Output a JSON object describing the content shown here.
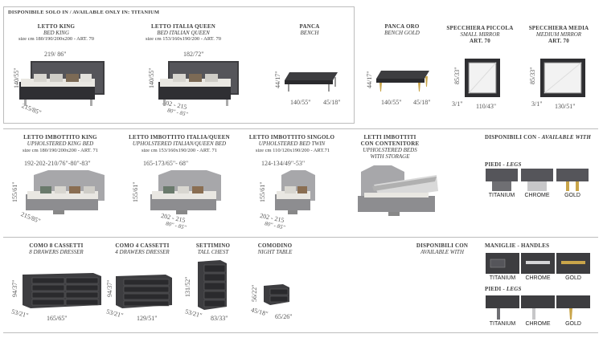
{
  "header": {
    "note": "DISPONIBILE SOLO IN / AVAILABLE ONLY IN: TITANIUM"
  },
  "row1": [
    {
      "title": "LETTO KING",
      "sub": "BED KING",
      "spec": "size cm 180/190/200x200 - ART. 70",
      "w": "219/ 86\"",
      "h": "140/55\"",
      "d": "215/85\""
    },
    {
      "title": "LETTO ITALIA QUEEN",
      "sub": "BED ITALIAN QUEEN",
      "spec": "size cm 153/160x190/200 - ART. 70",
      "w": "182/72\"",
      "h": "140/55\"",
      "d": "202 - 215",
      "d2": "80\" - 85\""
    },
    {
      "title": "PANCA",
      "sub": "BENCH",
      "w": "140/55\"",
      "h": "44/17\"",
      "d": "45/18\""
    },
    {
      "title": "PANCA ORO",
      "sub": "BENCH GOLD",
      "w": "140/55\"",
      "h": "44/17\"",
      "d": "45/18\""
    },
    {
      "title": "SPECCHIERA PICCOLA",
      "sub": "SMALL MIRROR",
      "art": "ART. 70",
      "w": "110/43\"",
      "h": "85/33\"",
      "d": "3/1\""
    },
    {
      "title": "SPECCHIERA MEDIA",
      "sub": "MEDIUM MIRROR",
      "art": "ART. 70",
      "w": "130/51\"",
      "h": "85/33\"",
      "d": "3/1\""
    }
  ],
  "row2": [
    {
      "title": "LETTO IMBOTTITO KING",
      "sub": "UPHOLSTERED KING BED",
      "spec": "size cm 180/190/200x200 - ART. 71",
      "w": "192-202-210/76\"-80\"-83\"",
      "h": "155/61\"",
      "d": "215/85\""
    },
    {
      "title": "LETTO IMBOTTITO ITALIA/QUEEN",
      "sub": "UPHOLSTERED ITALIAN/QUEEN BED",
      "spec": "size cm 153/160x190/200 - ART. 71",
      "w": "165-173/65\"- 68\"",
      "h": "155/61\"",
      "d": "202 - 215",
      "d2": "80\" - 85\""
    },
    {
      "title": "LETTO IMBOTTITO SINGOLO",
      "sub": "UPHOLSTERED BED TWIN",
      "spec": "size cm 110/120x190/200 - ART.71",
      "w": "124-134/49\"-53\"",
      "h": "155/61\"",
      "d": "202 - 215",
      "d2": "80\" - 85\""
    },
    {
      "title": "LETTI IMBOTTITI",
      "title2": "CON CONTENITORE",
      "sub": "UPHOLSTERED BEDS",
      "sub2": "WITH STORAGE"
    }
  ],
  "legs_top": {
    "title": "DISPONIBILI CON - ",
    "title_i": "AVAILABLE WITH",
    "legs": "PIEDI - ",
    "legs_i": "LEGS",
    "labels": [
      "TITANIUM",
      "CHROME",
      "GOLD"
    ]
  },
  "row3": [
    {
      "title": "COMO 8 CASSETTI",
      "sub": "8 DRAWERS DRESSER",
      "w": "165/65\"",
      "h": "94/37\"",
      "d": "53/21\""
    },
    {
      "title": "COMO 4 CASSETTI",
      "sub": "4 DRAWERS DRESSER",
      "w": "129/51\"",
      "h": "94/37\"",
      "d": "53/21\""
    },
    {
      "title": "SETTIMINO",
      "sub": "TALL CHEST",
      "w": "83/33\"",
      "h": "131/52\"",
      "d": "53/21\""
    },
    {
      "title": "COMODINO",
      "sub": "NIGHT TABLE",
      "w": "65/26\"",
      "h": "56/22\"",
      "d": "45/18\""
    }
  ],
  "avail": {
    "title": "DISPONIBILI CON",
    "sub": "AVAILABLE WITH"
  },
  "handles": {
    "title": "MANIGLIE - HANDLES",
    "labels": [
      "TITANIUM",
      "CHROME",
      "GOLD"
    ],
    "legs": "PIEDI - ",
    "legs_i": "LEGS",
    "legs_labels": [
      "TITANIUM",
      "CHROME",
      "GOLD"
    ]
  },
  "colors": {
    "dark": "#3d3d40",
    "grey": "#8a8a8d",
    "light": "#b9b9bc",
    "gold": "#c9a54a"
  }
}
